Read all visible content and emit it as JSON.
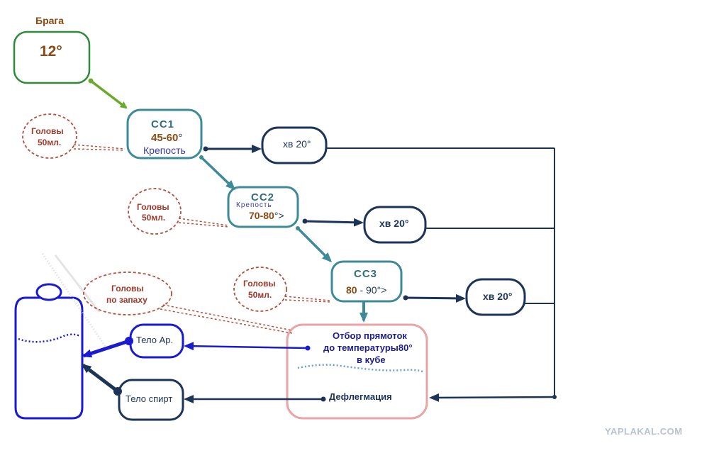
{
  "start": {
    "title": "Брага",
    "temp": "12°"
  },
  "columns": [
    {
      "name": "СС1",
      "range": "45-60",
      "range_suffix": "°",
      "strength": "Крепость"
    },
    {
      "name": "СС2",
      "strength": "Крепость",
      "range": "70-80",
      "range_suffix": "°>"
    },
    {
      "name": "СС3",
      "range_start": "80",
      "range_rest": " - 90°>"
    }
  ],
  "coolers": [
    "хв 20°",
    "хв 20°",
    "хв 20°"
  ],
  "heads": [
    {
      "line1": "Головы",
      "line2": "50мл."
    },
    {
      "line1": "Головы",
      "line2": "50мл."
    },
    {
      "line1": "Головы",
      "line2": "50мл."
    },
    {
      "line1": "Головы",
      "line2": "по запаху"
    }
  ],
  "boiler": {
    "lines": [
      "Отбор прямоток",
      "до температуры80°",
      "в кубе"
    ],
    "dephleg": "Дефлегмация"
  },
  "outputs": {
    "body_ar": "Тело  Ар.",
    "body_spirit": "Тело спирт"
  },
  "watermark": "YAPLAKAL.COM",
  "colors": {
    "green": "#2f8a3a",
    "teal": "#3e8a98",
    "navy": "#1c3458",
    "blue": "#1a1ad0",
    "pink": "#e8a5a8",
    "headsRed": "#b5503e"
  }
}
